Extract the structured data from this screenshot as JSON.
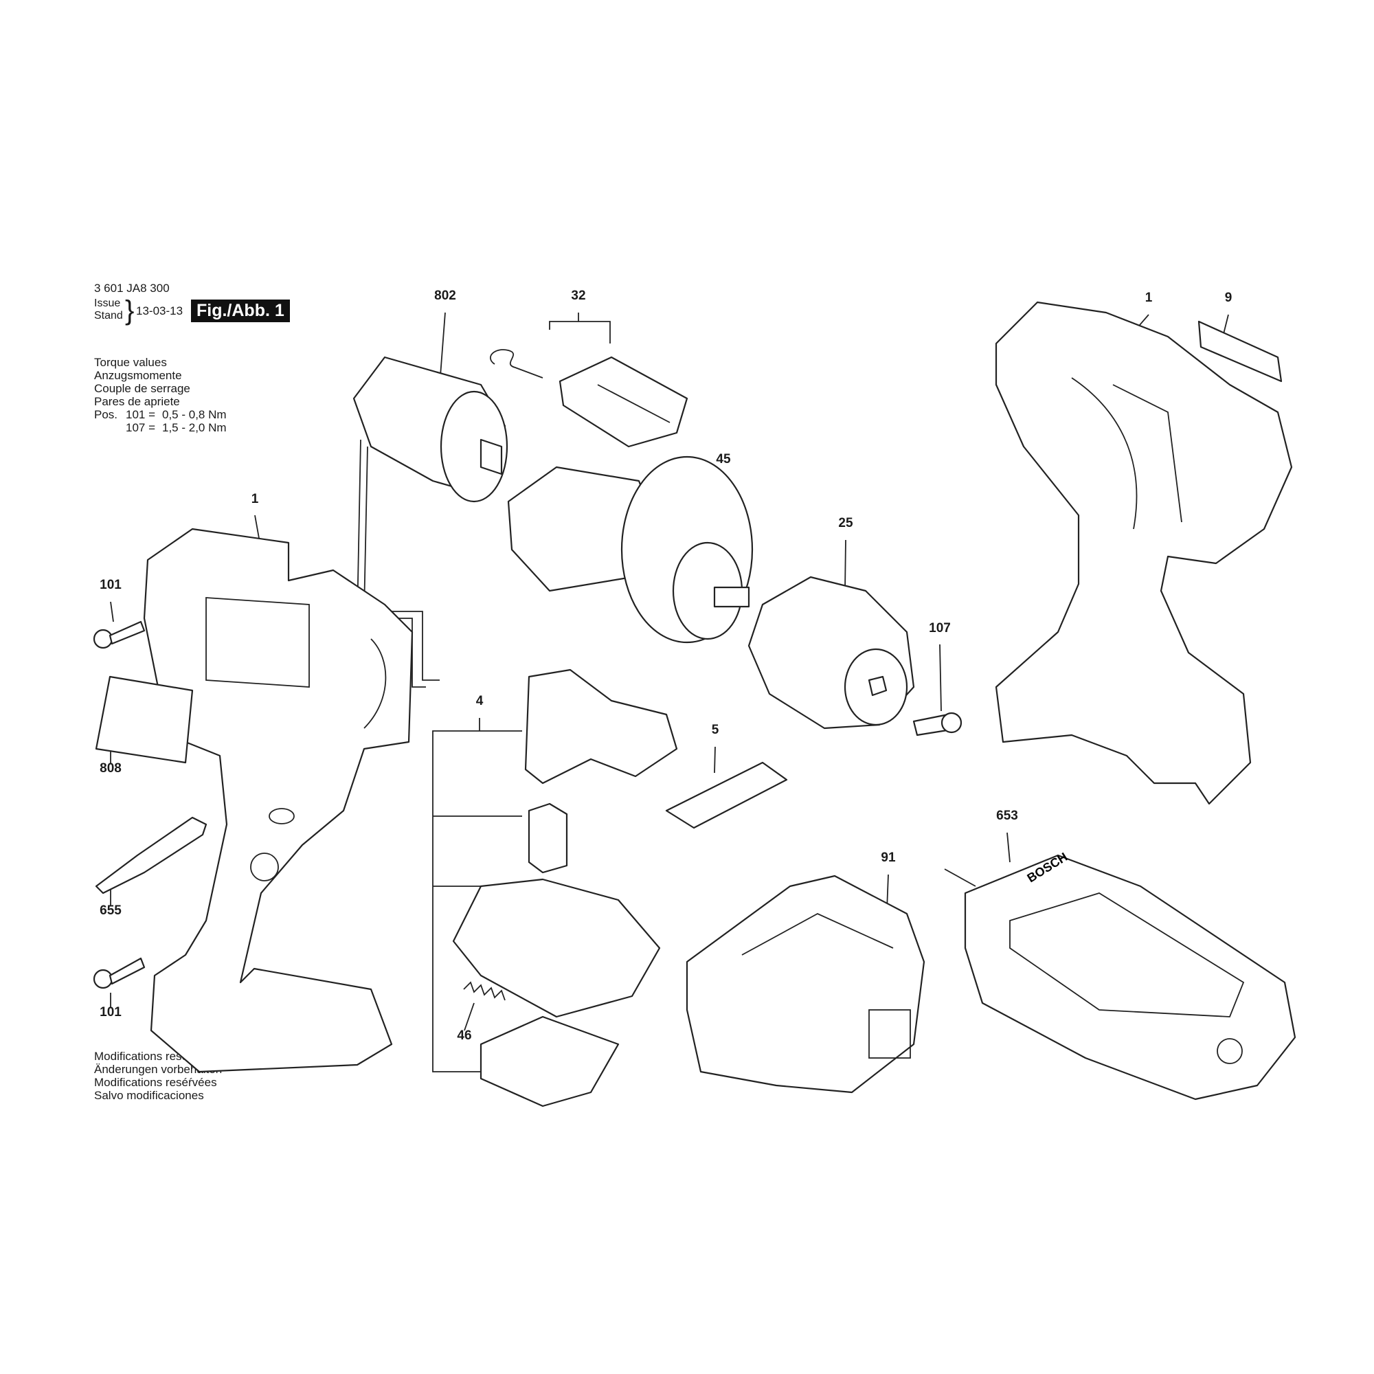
{
  "header": {
    "part_number": "3 601 JA8 300",
    "issue_label": "Issue",
    "stand_label": "Stand",
    "date": "13-03-13",
    "figure": "Fig./Abb. 1"
  },
  "torque": {
    "lines": [
      "Torque values",
      "Anzugsmomente",
      "Couple de serrage",
      "Pares de apriete"
    ],
    "pos_label": "Pos.",
    "rows": [
      {
        "pos": "101 =",
        "value": "0,5 - 0,8 Nm"
      },
      {
        "pos": "107 =",
        "value": "1,5 - 2,0 Nm"
      }
    ]
  },
  "footer": [
    "Modifications reserved",
    "Änderungen vorbehalten",
    "Modifications reséŕvées",
    "Salvo modificaciones"
  ],
  "parts": [
    "802",
    "32",
    "1",
    "9",
    "45",
    "1",
    "25",
    "101",
    "107",
    "4",
    "5",
    "808",
    "653",
    "91",
    "655",
    "101",
    "46"
  ],
  "charger_brand": "BOSCH"
}
